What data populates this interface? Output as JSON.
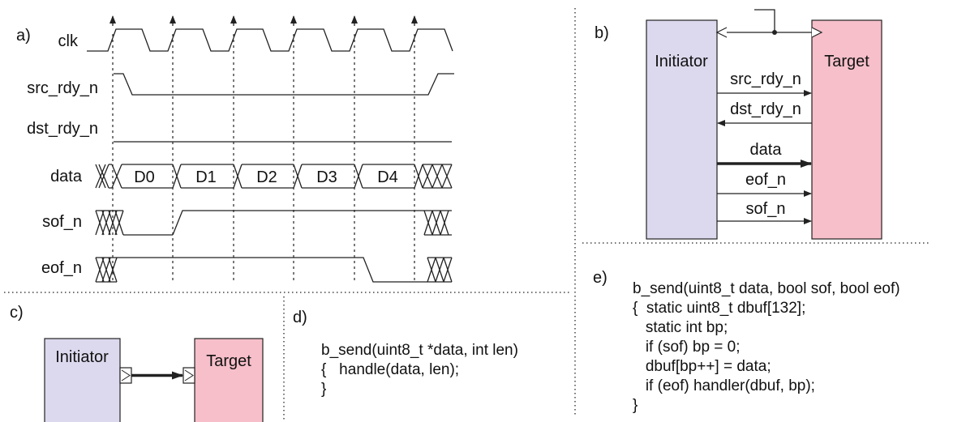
{
  "panels": {
    "a": "a)",
    "b": "b)",
    "c": "c)",
    "d": "d)",
    "e": "e)"
  },
  "timing": {
    "signals": [
      "clk",
      "src_rdy_n",
      "dst_rdy_n",
      "data",
      "sof_n",
      "eof_n"
    ],
    "data_words": [
      "D0",
      "D1",
      "D2",
      "D3",
      "D4"
    ]
  },
  "block_b": {
    "initiator": "Initiator",
    "target": "Target",
    "wires": [
      "src_rdy_n",
      "dst_rdy_n",
      "data",
      "eof_n",
      "sof_n"
    ],
    "initiator_color": "#dcd9ee",
    "target_color": "#f6bfc9"
  },
  "block_c": {
    "initiator": "Initiator",
    "target": "Target"
  },
  "code_d": [
    "b_send(uint8_t *data, int len)",
    "{   handle(data, len);",
    "}"
  ],
  "code_e": [
    "b_send(uint8_t data, bool sof, bool eof)",
    "{  static uint8_t dbuf[132];",
    "   static int bp;",
    "   if (sof) bp = 0;",
    "   dbuf[bp++] = data;",
    "   if (eof) handler(dbuf, bp);",
    "}"
  ]
}
